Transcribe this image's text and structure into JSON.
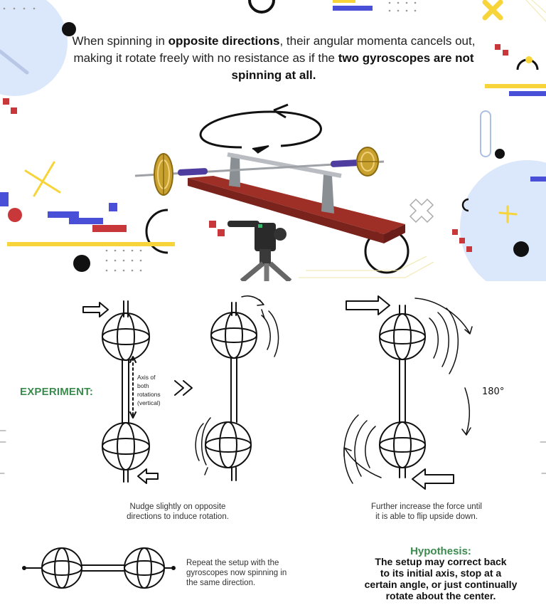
{
  "intro": {
    "part1": "When spinning in ",
    "bold1": "opposite directions",
    "part2": ", their angular momenta cancels out, making it rotate freely with no resistance as if the ",
    "bold2": "two gyroscopes are not spinning at all."
  },
  "experiment": {
    "label": "EXPERIMENT:",
    "axis_note": [
      "Axis of",
      "both",
      "rotations",
      "(vertical)"
    ],
    "degree_label": "180°",
    "caption_nudge": [
      "Nudge slightly on opposite",
      "directions to induce rotation."
    ],
    "caption_force": [
      "Further increase the force until",
      "it is able to flip upside down."
    ],
    "caption_repeat": [
      "Repeat the setup with the",
      "gyroscopes now spinning in",
      "the same direction."
    ]
  },
  "hypothesis": {
    "title": "Hypothesis:",
    "body": [
      "The setup may correct back",
      "to its initial axis, stop at a",
      "certain angle, or just continually",
      "rotate about the center."
    ]
  },
  "colors": {
    "green": "#3b8a4e",
    "blue": "#4a4fd8",
    "red": "#c8383a",
    "yellow": "#f6d43a",
    "wood": "#9e2f26",
    "light_blue": "#dbe7fb"
  }
}
